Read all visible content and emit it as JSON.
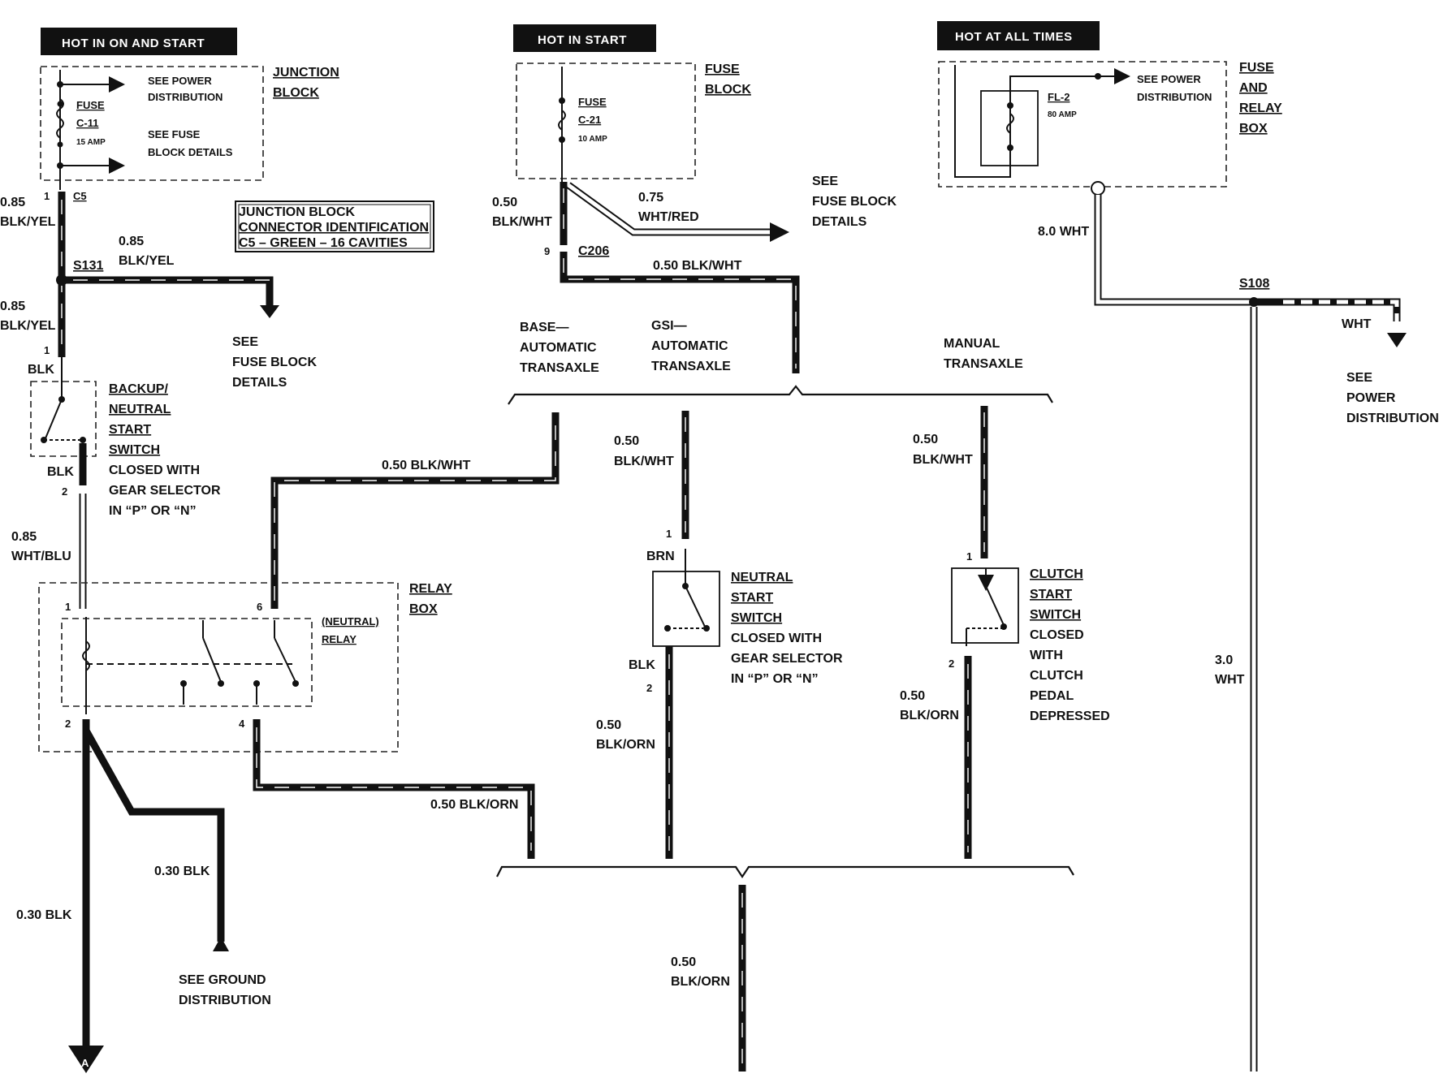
{
  "headers": {
    "hot_on_start": "HOT IN ON AND START",
    "hot_start": "HOT IN START",
    "hot_all_times": "HOT AT ALL TIMES"
  },
  "junction_block": {
    "title_line1": "JUNCTION",
    "title_line2": "BLOCK",
    "fuse_label": "FUSE",
    "fuse_id": "C-11",
    "fuse_rating": "15 AMP",
    "see_power_1": "SEE POWER",
    "see_power_2": "DISTRIBUTION",
    "see_fuse_1": "SEE FUSE",
    "see_fuse_2": "BLOCK DETAILS",
    "connector_id_1": "JUNCTION BLOCK",
    "connector_id_2": "CONNECTOR IDENTIFICATION",
    "connector_id_3": "C5 – GREEN – 16 CAVITIES"
  },
  "fuse_block": {
    "title_line1": "FUSE",
    "title_line2": "BLOCK",
    "fuse_label": "FUSE",
    "fuse_id": "C-21",
    "fuse_rating": "10 AMP"
  },
  "fuse_relay_box": {
    "title_line1": "FUSE",
    "title_line2": "AND",
    "title_line3": "RELAY",
    "title_line4": "BOX",
    "fuse_id": "FL-2",
    "fuse_rating": "80 AMP",
    "see_power_1": "SEE POWER",
    "see_power_2": "DISTRIBUTION"
  },
  "wires": {
    "w1_gauge": "0.85",
    "w1_color": "BLK/YEL",
    "w2_gauge": "0.85",
    "w2_color": "BLK/YEL",
    "w3_gauge": "0.85",
    "w3_color": "BLK/YEL",
    "blk1": "BLK",
    "blk2": "BLK",
    "wht_blu_gauge": "0.85",
    "wht_blu_color": "WHT/BLU",
    "fb_gauge": "0.50",
    "fb_color": "BLK/WHT",
    "wr_gauge": "0.75",
    "wr_color": "WHT/RED",
    "c206_wire": "0.50 BLK/WHT",
    "relay6_wire": "0.50 BLK/WHT",
    "gsi_gauge": "0.50",
    "gsi_color": "BLK/WHT",
    "man_gauge": "0.50",
    "man_color": "BLK/WHT",
    "brn": "BRN",
    "blk3": "BLK",
    "nss_out_gauge": "0.50",
    "nss_out_color": "BLK/ORN",
    "css_out_gauge": "0.50",
    "css_out_color": "BLK/ORN",
    "relay4_wire": "0.50 BLK/ORN",
    "bottom_gauge": "0.50",
    "bottom_color": "BLK/ORN",
    "gnd_wire": "0.30 BLK",
    "a_wire": "0.30 BLK",
    "wht8": "8.0 WHT",
    "wht_label": "WHT",
    "wht3_gauge": "3.0",
    "wht3_color": "WHT"
  },
  "connectors": {
    "c5": "C5",
    "c5_pin": "1",
    "s131": "S131",
    "c206": "C206",
    "c206_pin": "9",
    "s108": "S108",
    "bns_pin1": "1",
    "bns_pin2": "2",
    "relay_pin1": "1",
    "relay_pin6": "6",
    "relay_pin2": "2",
    "relay_pin4": "4",
    "nss_pin1": "1",
    "nss_pin2": "2",
    "css_pin1": "1",
    "css_pin2": "2"
  },
  "references": {
    "see_fb_details_1a": "SEE",
    "see_fb_details_1b": "FUSE BLOCK",
    "see_fb_details_1c": "DETAILS",
    "see_fb_details_2a": "SEE",
    "see_fb_details_2b": "FUSE BLOCK",
    "see_fb_details_2c": "DETAILS",
    "see_pd_a": "SEE",
    "see_pd_b": "POWER",
    "see_pd_c": "DISTRIBUTION",
    "see_gnd_a": "SEE GROUND",
    "see_gnd_b": "DISTRIBUTION",
    "arrow_a": "A"
  },
  "switches": {
    "bns_1": "BACKUP/",
    "bns_2": "NEUTRAL",
    "bns_3": "START",
    "bns_4": "SWITCH",
    "bns_5": "CLOSED WITH",
    "bns_6": "GEAR SELECTOR",
    "bns_7": "IN “P” OR “N”",
    "nss_1": "NEUTRAL",
    "nss_2": "START",
    "nss_3": "SWITCH",
    "nss_4": "CLOSED WITH",
    "nss_5": "GEAR SELECTOR",
    "nss_6": "IN “P” OR “N”",
    "css_1": "CLUTCH",
    "css_2": "START",
    "css_3": "SWITCH",
    "css_4": "CLOSED",
    "css_5": "WITH",
    "css_6": "CLUTCH",
    "css_7": "PEDAL",
    "css_8": "DEPRESSED"
  },
  "relay_box": {
    "title_1": "RELAY",
    "title_2": "BOX",
    "relay_1": "(NEUTRAL)",
    "relay_2": "RELAY"
  },
  "variants": {
    "base_1": "BASE—",
    "base_2": "AUTOMATIC",
    "base_3": "TRANSAXLE",
    "gsi_1": "GSI—",
    "gsi_2": "AUTOMATIC",
    "gsi_3": "TRANSAXLE",
    "man_1": "MANUAL",
    "man_2": "TRANSAXLE"
  }
}
